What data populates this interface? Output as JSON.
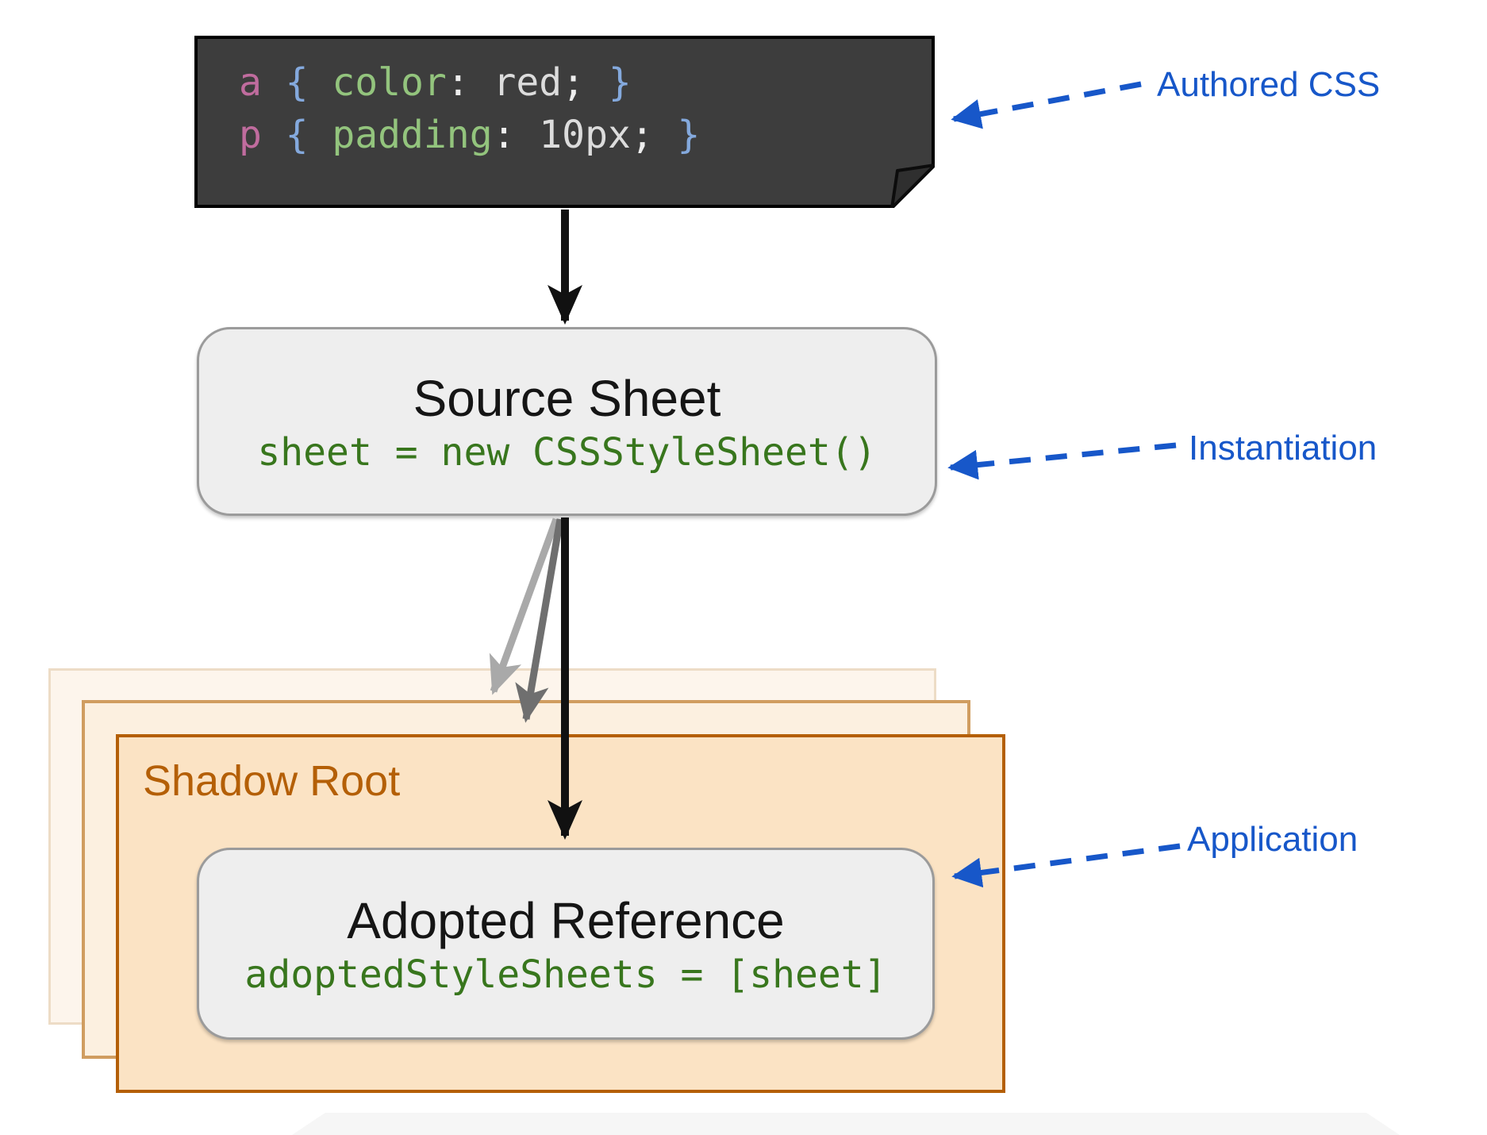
{
  "diagram": {
    "authored_code": {
      "lines": [
        {
          "selector": "a",
          "brace_open": "{",
          "property": "color",
          "colon": ":",
          "value": "red",
          "semicolon": ";",
          "brace_close": "}"
        },
        {
          "selector": "p",
          "brace_open": "{",
          "property": "padding",
          "colon": ":",
          "value": "10px",
          "semicolon": ";",
          "brace_close": "}"
        }
      ]
    },
    "source_sheet": {
      "title": "Source Sheet",
      "code": "sheet = new CSSStyleSheet()"
    },
    "shadow_root": {
      "label": "Shadow Root"
    },
    "adopted_reference": {
      "title": "Adopted Reference",
      "code": "adoptedStyleSheets = [sheet]"
    },
    "annotations": [
      {
        "label": "Authored CSS"
      },
      {
        "label": "Instantiation"
      },
      {
        "label": "Application"
      }
    ]
  },
  "colors": {
    "annotation_blue": "#1757c9",
    "code_green": "#38761d",
    "shadow_orange": "#b45f06",
    "dark_box_bg": "#3d3d3d",
    "syntax_selector": "#c06c9e",
    "syntax_brace": "#84a9dd",
    "syntax_property": "#93c47d",
    "syntax_punct": "#ededed",
    "syntax_value": "#dcdcdc"
  }
}
